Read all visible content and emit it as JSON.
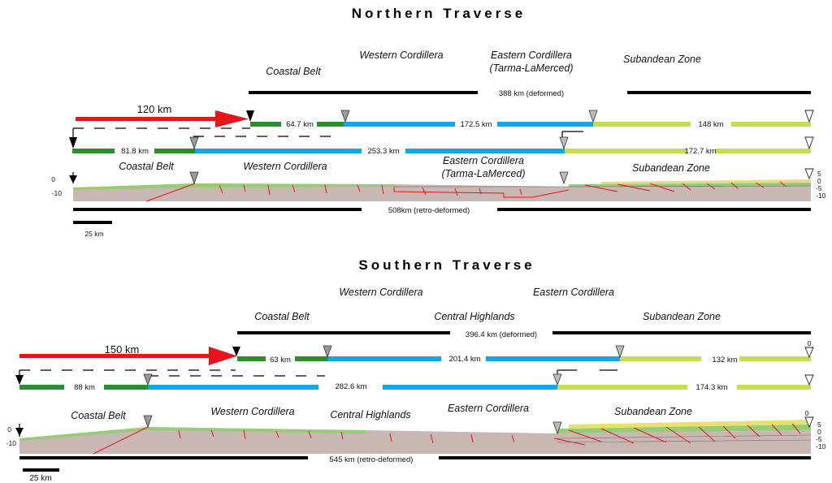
{
  "colors": {
    "coastal": "#2e8b2e",
    "western": "#12a7e8",
    "eastern_subandean": "#c6dc55",
    "arrow": "#e8141c",
    "fault": "#e8141c",
    "basement": "#c9b7b3",
    "cover": "#96cc78"
  },
  "northern": {
    "title": "Northern Traverse",
    "zones_top": {
      "coastal": "Coastal Belt",
      "western": "Western Cordillera",
      "eastern_line1": "Eastern Cordillera",
      "eastern_line2": "(Tarma-LaMerced)",
      "subandean": "Subandean Zone"
    },
    "deformed_label": "388 km (deformed)",
    "shortening_label": "120 km",
    "deformed_segments": [
      "64.7 km",
      "172.5 km",
      "148 km"
    ],
    "restored_segments": [
      "81.8 km",
      "253.3 km",
      "172.7 km"
    ],
    "zones_section": {
      "coastal": "Coastal Belt",
      "western": "Western Cordillera",
      "eastern_line1": "Eastern Cordillera",
      "eastern_line2": "(Tarma-LaMerced)",
      "subandean": "Subandean Zone"
    },
    "left_ticks": [
      "0",
      "-10"
    ],
    "right_ticks": [
      "5",
      "0",
      "-5",
      "-10"
    ],
    "retro_label": "508km (retro-deformed)",
    "scale_label": "25 km"
  },
  "southern": {
    "title": "Southern Traverse",
    "zones_top": {
      "western": "Western Cordillera",
      "eastern": "Eastern Cordillera",
      "coastal": "Coastal Belt",
      "central": "Central Highlands",
      "subandean": "Subandean Zone"
    },
    "deformed_label": "396.4 km (deformed)",
    "shortening_label": "150 km",
    "deformed_segments": [
      "63 km",
      "201.4 km",
      "132 km"
    ],
    "restored_segments": [
      "88 km",
      "282.6 km",
      "174.3 km"
    ],
    "zones_section": {
      "coastal": "Coastal Belt",
      "western": "Western Cordillera",
      "central": "Central Highlands",
      "eastern": "Eastern Cordillera",
      "subandean": "Subandean Zone"
    },
    "left_ticks": [
      "0",
      "-10"
    ],
    "right_ticks": [
      "0",
      "5",
      "0",
      "-5",
      "-10"
    ],
    "upper_right_tick": "0",
    "retro_label": "545 km (retro-deformed)",
    "scale_label": "25 km"
  }
}
